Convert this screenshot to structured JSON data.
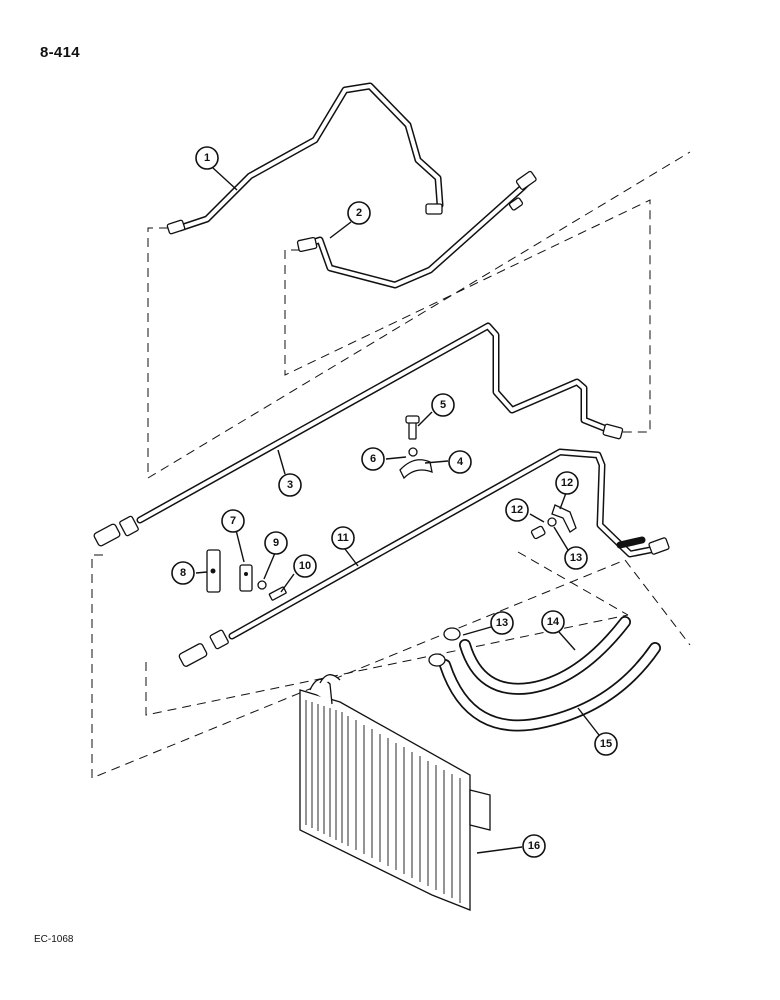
{
  "page_number": "8-414",
  "figure_code": "EC-1068",
  "callouts": [
    "1",
    "2",
    "3",
    "4",
    "5",
    "6",
    "7",
    "8",
    "9",
    "10",
    "11",
    "12",
    "12",
    "13",
    "13",
    "14",
    "15",
    "16"
  ]
}
